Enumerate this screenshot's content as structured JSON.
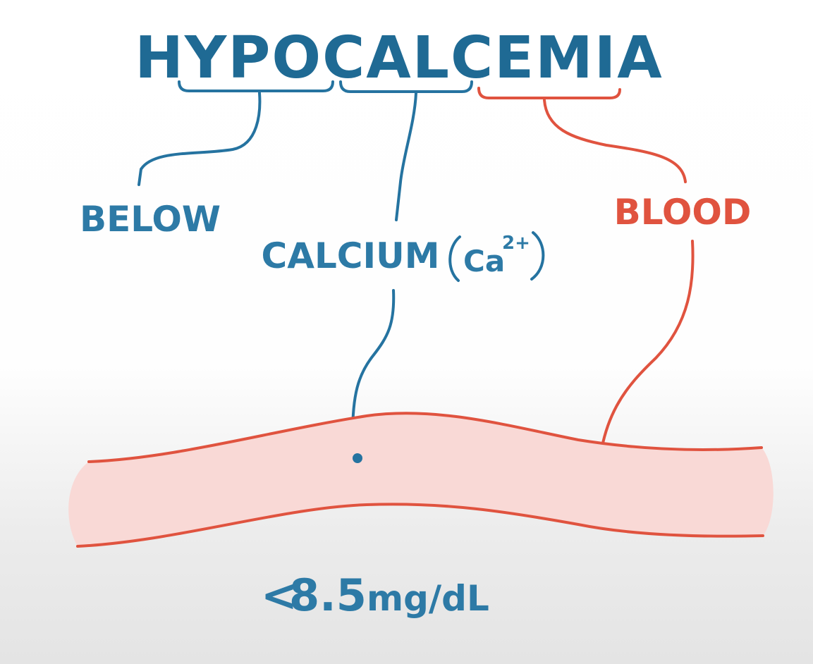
{
  "title": {
    "prefix": "HYPO",
    "root": "CALC",
    "suffix": "EMIA",
    "full": "HYPOCALCEMIA"
  },
  "labels": {
    "prefix_meaning": "BELOW",
    "root_meaning": "CALCIUM",
    "root_symbol_element": "Ca",
    "root_symbol_charge": "2+",
    "suffix_meaning": "BLOOD"
  },
  "threshold": {
    "operator": "<",
    "value": "8.5",
    "unit": "mg/dL"
  },
  "colors": {
    "blue": "#2573a0",
    "red": "#e0533f",
    "vessel_fill": "#f9d9d6"
  }
}
